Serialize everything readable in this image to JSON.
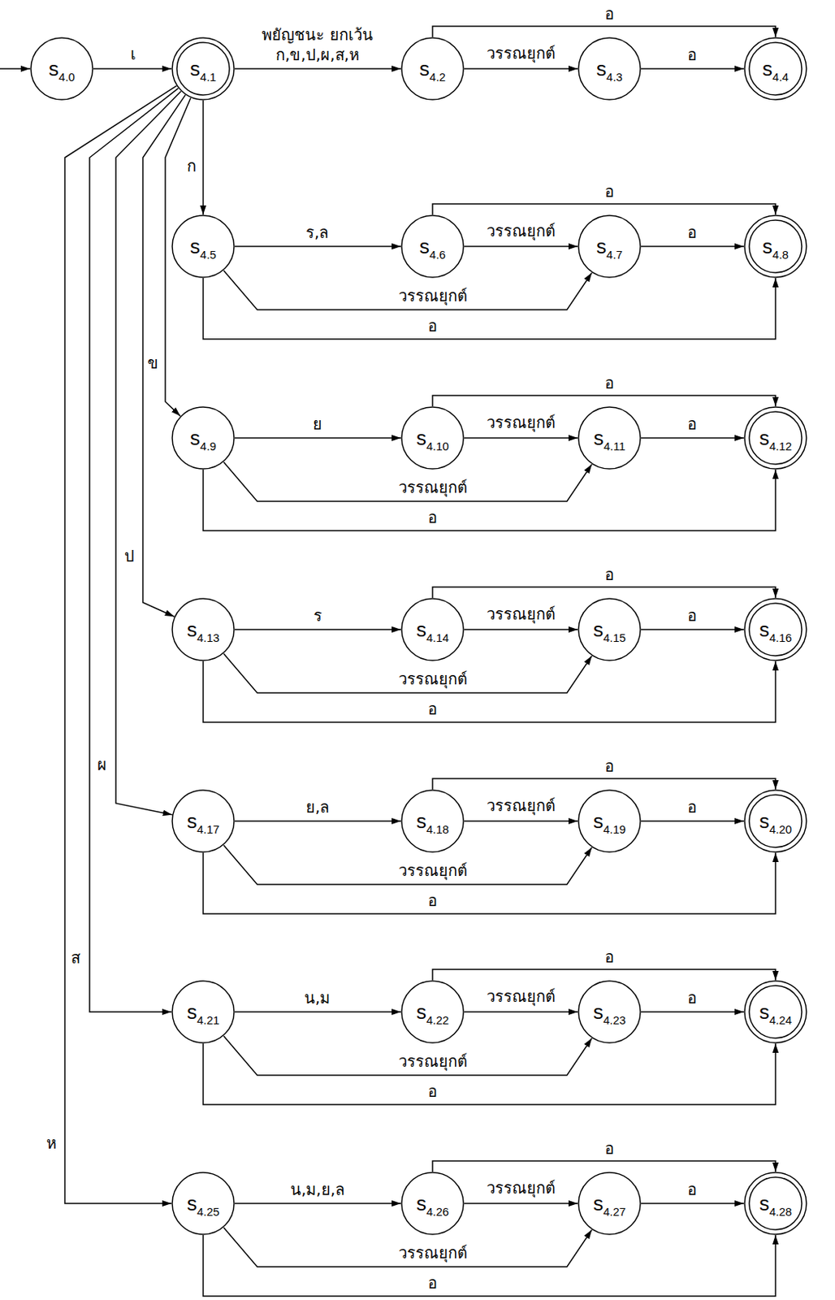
{
  "diagram": {
    "nodes": [
      {
        "text": [
          "s",
          "4.0"
        ]
      },
      {
        "text": [
          "s",
          "4.1"
        ]
      },
      {
        "text": [
          "s",
          "4.2"
        ]
      },
      {
        "text": [
          "s",
          "4.3"
        ]
      },
      {
        "text": [
          "s",
          "4.4"
        ]
      },
      {
        "text": [
          "s",
          "4.5"
        ]
      },
      {
        "text": [
          "s",
          "4.6"
        ]
      },
      {
        "text": [
          "s",
          "4.7"
        ]
      },
      {
        "text": [
          "s",
          "4.8"
        ]
      },
      {
        "text": [
          "s",
          "4.9"
        ]
      },
      {
        "text": [
          "s",
          "4.10"
        ]
      },
      {
        "text": [
          "s",
          "4.11"
        ]
      },
      {
        "text": [
          "s",
          "4.12"
        ]
      },
      {
        "text": [
          "s",
          "4.13"
        ]
      },
      {
        "text": [
          "s",
          "4.14"
        ]
      },
      {
        "text": [
          "s",
          "4.15"
        ]
      },
      {
        "text": [
          "s",
          "4.16"
        ]
      },
      {
        "text": [
          "s",
          "4.17"
        ]
      },
      {
        "text": [
          "s",
          "4.18"
        ]
      },
      {
        "text": [
          "s",
          "4.19"
        ]
      },
      {
        "text": [
          "s",
          "4.20"
        ]
      },
      {
        "text": [
          "s",
          "4.21"
        ]
      },
      {
        "text": [
          "s",
          "4.22"
        ]
      },
      {
        "text": [
          "s",
          "4.23"
        ]
      },
      {
        "text": [
          "s",
          "4.24"
        ]
      },
      {
        "text": [
          "s",
          "4.25"
        ]
      },
      {
        "text": [
          "s",
          "4.26"
        ]
      },
      {
        "text": [
          "s",
          "4.27"
        ]
      },
      {
        "text": [
          "s",
          "4.28"
        ]
      }
    ],
    "edges": [
      {
        "from": 0,
        "to": 1,
        "label": "เ",
        "arrow": "to"
      },
      {
        "from": 1,
        "to": 2,
        "label": "พยัญชนะ ยกเว้น ก,ข,ป,ผ,ส,ห",
        "arrow": "to"
      },
      {
        "from": 2,
        "to": 3,
        "label": "วรรณยุกต์",
        "arrow": "to"
      },
      {
        "from": 3,
        "to": 4,
        "label": "อ",
        "arrow": "to"
      },
      {
        "from": 2,
        "to": 4,
        "label": "อ",
        "arrow": "to"
      },
      {
        "from": 1,
        "to": 5,
        "label": "ก",
        "arrow": "to"
      },
      {
        "from": 5,
        "to": 6,
        "label": "ร,ล",
        "arrow": "to"
      },
      {
        "from": 6,
        "to": 7,
        "label": "วรรณยุกต์",
        "arrow": "to"
      },
      {
        "from": 7,
        "to": 8,
        "label": "อ",
        "arrow": "to"
      },
      {
        "from": 6,
        "to": 8,
        "label": "อ",
        "arrow": "to"
      },
      {
        "from": 5,
        "to": 7,
        "label": "วรรณยุกต์",
        "arrow": "to"
      },
      {
        "from": 5,
        "to": 8,
        "label": "อ",
        "arrow": "to"
      },
      {
        "from": 1,
        "to": 9,
        "label": "ข",
        "arrow": "to"
      },
      {
        "from": 9,
        "to": 10,
        "label": "ย",
        "arrow": "to"
      },
      {
        "from": 10,
        "to": 11,
        "label": "วรรณยุกต์",
        "arrow": "to"
      },
      {
        "from": 11,
        "to": 12,
        "label": "อ",
        "arrow": "to"
      },
      {
        "from": 10,
        "to": 12,
        "label": "อ",
        "arrow": "to"
      },
      {
        "from": 9,
        "to": 11,
        "label": "วรรณยุกต์",
        "arrow": "to"
      },
      {
        "from": 9,
        "to": 12,
        "label": "อ",
        "arrow": "to"
      },
      {
        "from": 1,
        "to": 13,
        "label": "ป",
        "arrow": "to"
      },
      {
        "from": 13,
        "to": 14,
        "label": "ร",
        "arrow": "to"
      },
      {
        "from": 14,
        "to": 15,
        "label": "วรรณยุกต์",
        "arrow": "to"
      },
      {
        "from": 15,
        "to": 16,
        "label": "อ",
        "arrow": "to"
      },
      {
        "from": 14,
        "to": 16,
        "label": "อ",
        "arrow": "to"
      },
      {
        "from": 13,
        "to": 15,
        "label": "วรรณยุกต์",
        "arrow": "to"
      },
      {
        "from": 13,
        "to": 16,
        "label": "อ",
        "arrow": "to"
      },
      {
        "from": 1,
        "to": 17,
        "label": "ผ",
        "arrow": "to"
      },
      {
        "from": 17,
        "to": 18,
        "label": "ย,ล",
        "arrow": "to"
      },
      {
        "from": 18,
        "to": 19,
        "label": "วรรณยุกต์",
        "arrow": "to"
      },
      {
        "from": 19,
        "to": 20,
        "label": "อ",
        "arrow": "to"
      },
      {
        "from": 18,
        "to": 20,
        "label": "อ",
        "arrow": "to"
      },
      {
        "from": 17,
        "to": 19,
        "label": "วรรณยุกต์",
        "arrow": "to"
      },
      {
        "from": 17,
        "to": 20,
        "label": "อ",
        "arrow": "to"
      },
      {
        "from": 1,
        "to": 21,
        "label": "ส",
        "arrow": "to"
      },
      {
        "from": 21,
        "to": 22,
        "label": "น,ม",
        "arrow": "to"
      },
      {
        "from": 22,
        "to": 23,
        "label": "วรรณยุกต์",
        "arrow": "to"
      },
      {
        "from": 23,
        "to": 24,
        "label": "อ",
        "arrow": "to"
      },
      {
        "from": 22,
        "to": 24,
        "label": "อ",
        "arrow": "to"
      },
      {
        "from": 21,
        "to": 23,
        "label": "วรรณยุกต์",
        "arrow": "to"
      },
      {
        "from": 21,
        "to": 24,
        "label": "อ",
        "arrow": "to"
      },
      {
        "from": 1,
        "to": 25,
        "label": "ห",
        "arrow": "to"
      },
      {
        "from": 25,
        "to": 26,
        "label": "น,ม,ย,ล",
        "arrow": "to"
      },
      {
        "from": 26,
        "to": 27,
        "label": "วรรณยุกต์",
        "arrow": "to"
      },
      {
        "from": 27,
        "to": 28,
        "label": "อ",
        "arrow": "to"
      },
      {
        "from": 26,
        "to": 28,
        "label": "อ",
        "arrow": "to"
      },
      {
        "from": 25,
        "to": 27,
        "label": "วรรณยุกต์",
        "arrow": "to"
      },
      {
        "from": 25,
        "to": 28,
        "label": "อ",
        "arrow": "to"
      }
    ]
  }
}
